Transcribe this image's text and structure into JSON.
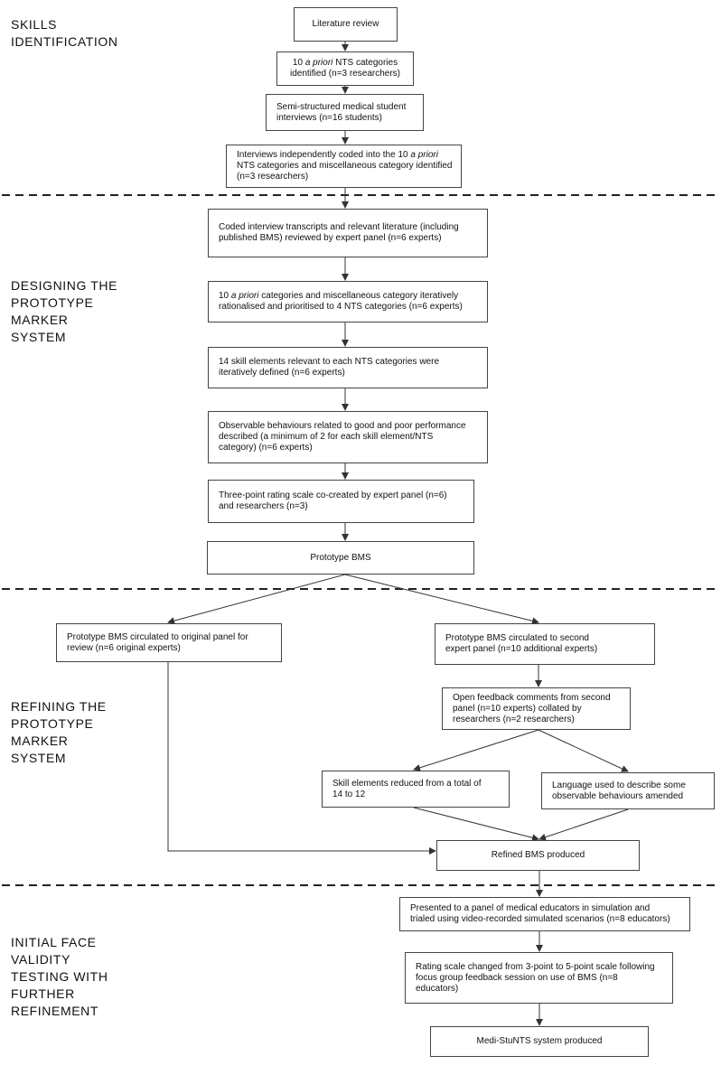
{
  "sections": {
    "skills": [
      "SKILLS",
      "IDENTIFICATION"
    ],
    "designing": [
      "DESIGNING THE",
      "PROTOTYPE",
      "MARKER",
      "SYSTEM"
    ],
    "refining": [
      "REFINING THE",
      "PROTOTYPE",
      "MARKER",
      "SYSTEM"
    ],
    "initial": [
      "INITIAL FACE",
      "VALIDITY",
      "TESTING WITH",
      "FURTHER",
      "REFINEMENT"
    ]
  },
  "boxes": {
    "literature_review": [
      "Literature review"
    ],
    "a_priori_categories": [
      "10 a priori NTS categories",
      "identified (n=3 researchers)"
    ],
    "student_interviews": [
      "Semi-structured medical student",
      "interviews (n=16 students)"
    ],
    "interviews_coded": [
      "Interviews independently coded into the 10 a priori",
      "NTS categories and miscellaneous category identified",
      "(n=3 researchers)"
    ],
    "expert_review": [
      "Coded interview transcripts and relevant literature (including",
      "published BMS) reviewed by expert panel (n=6 experts)"
    ],
    "rationalised": [
      "10 a priori categories and miscellaneous category iteratively",
      "rationalised and prioritised to 4 NTS categories (n=6 experts)"
    ],
    "skill_elements": [
      "14 skill elements relevant to each NTS categories were",
      "iteratively defined (n=6 experts)"
    ],
    "observable_behaviours": [
      "Observable behaviours related to good and poor performance",
      "described (a minimum of 2 for each skill element/NTS",
      "category) (n=6 experts)"
    ],
    "rating_scale": [
      "Three-point rating scale co-created by expert panel (n=6)",
      "and researchers (n=3)"
    ],
    "prototype_bms": [
      "Prototype BMS"
    ],
    "original_panel": [
      "Prototype BMS circulated to original panel for",
      "review (n=6 original experts)"
    ],
    "second_panel": [
      "Prototype BMS circulated to second",
      "expert panel (n=10 additional experts)"
    ],
    "open_feedback": [
      "Open feedback comments from second",
      "panel (n=10 experts) collated by",
      "researchers (n=2 researchers)"
    ],
    "skill_reduced": [
      "Skill elements reduced from a total of",
      "14 to 12"
    ],
    "language_amended": [
      "Language used to describe some",
      "observable behaviours amended"
    ],
    "refined_bms": [
      "Refined BMS produced"
    ],
    "presented_panel": [
      "Presented to a panel of medical educators in simulation and",
      "trialed using video-recorded simulated scenarios (n=8 educators)"
    ],
    "scale_changed": [
      "Rating scale changed from 3-point to 5-point scale following",
      "focus group feedback session on use of BMS (n=8",
      "educators)"
    ],
    "medi_stunts": [
      "Medi-StuNTS system produced"
    ]
  }
}
